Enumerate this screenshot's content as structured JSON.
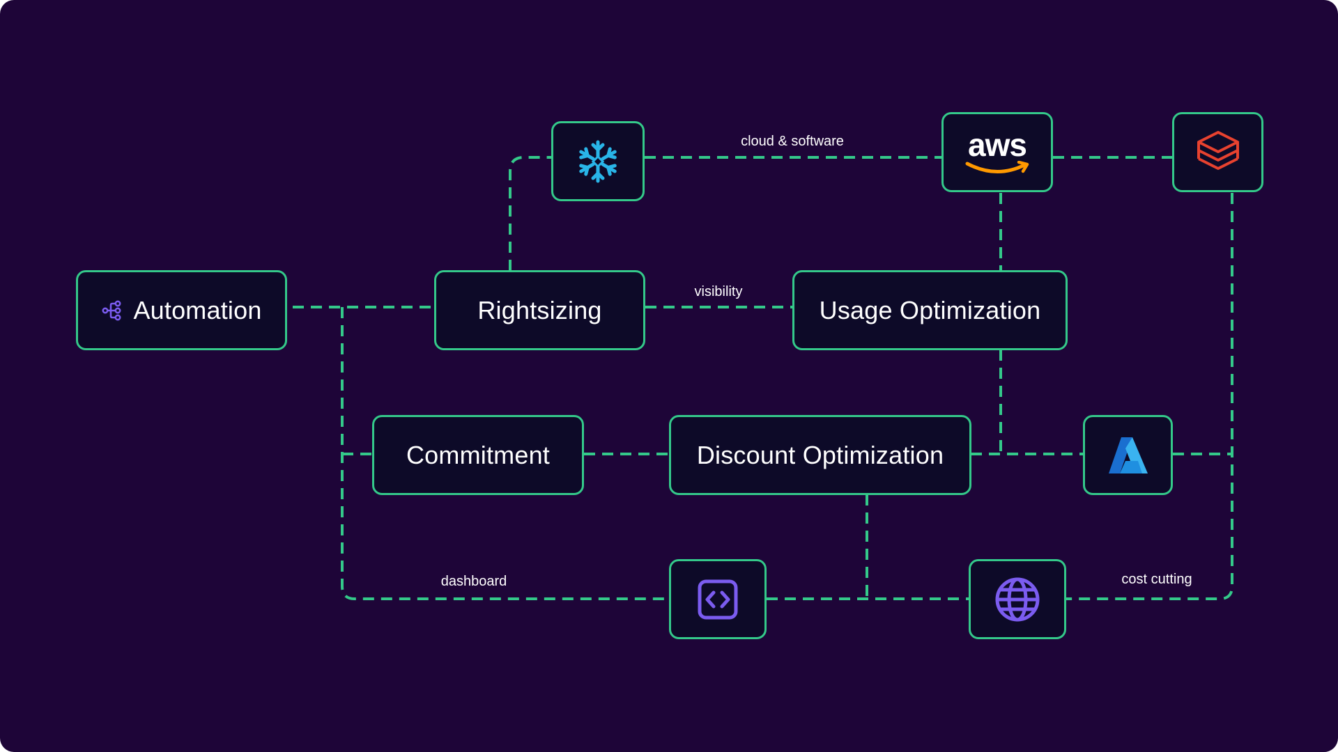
{
  "colors": {
    "background": "#1e0538",
    "node_fill": "#0d0a28",
    "connector": "#34c98a",
    "text": "#ffffff",
    "accent_purple": "#7b5cf0",
    "snowflake_blue": "#29b5e8",
    "aws_orange": "#ff9900",
    "stack_red": "#e8422f",
    "azure_blue": "#1f8fe0"
  },
  "nodes": {
    "automation": {
      "label": "Automation",
      "icon": "workflow-icon"
    },
    "rightsizing": {
      "label": "Rightsizing"
    },
    "usage_optimization": {
      "label": "Usage Optimization"
    },
    "commitment": {
      "label": "Commitment"
    },
    "discount_optimization": {
      "label": "Discount Optimization"
    },
    "snowflake": {
      "icon": "snowflake-icon"
    },
    "aws": {
      "icon": "aws-logo-icon",
      "logo_text": "aws"
    },
    "stack": {
      "icon": "layered-stack-icon"
    },
    "azure": {
      "icon": "azure-logo-icon"
    },
    "code": {
      "icon": "code-brackets-icon"
    },
    "globe": {
      "icon": "globe-icon"
    }
  },
  "edge_labels": {
    "cloud_software": "cloud & software",
    "visibility": "visibility",
    "dashboard": "dashboard",
    "cost_cutting": "cost cutting"
  }
}
